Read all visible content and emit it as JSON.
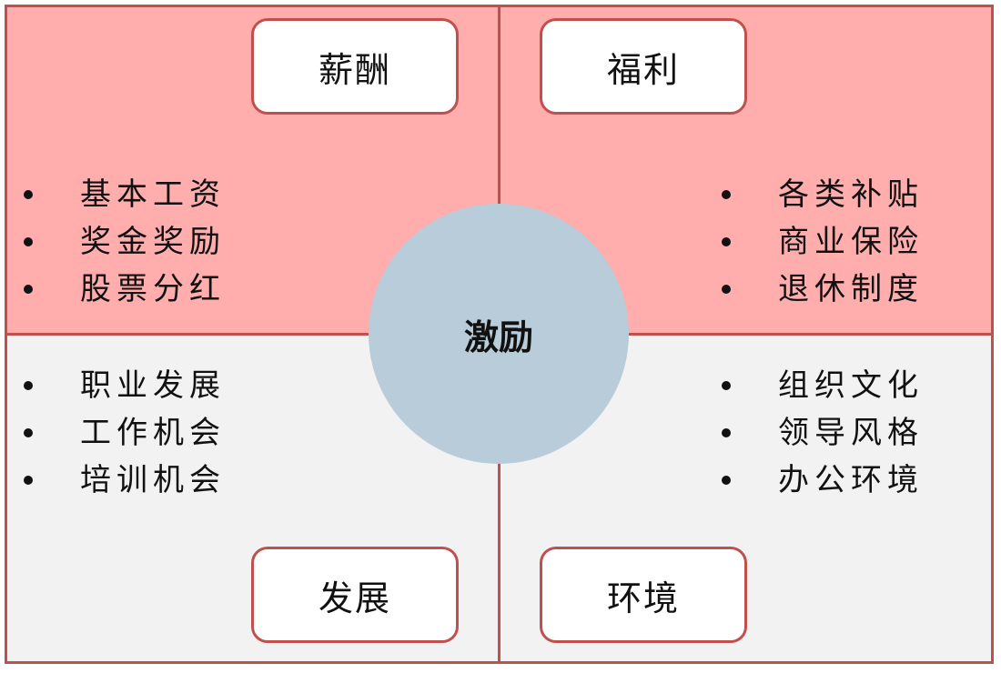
{
  "center": {
    "label": "激励"
  },
  "quadrants": {
    "top_left": {
      "title": "薪酬",
      "items": [
        "基本工资",
        "奖金奖励",
        "股票分红"
      ]
    },
    "top_right": {
      "title": "福利",
      "items": [
        "各类补贴",
        "商业保险",
        "退休制度"
      ]
    },
    "bottom_left": {
      "title": "发展",
      "items": [
        "职业发展",
        "工作机会",
        "培训机会"
      ]
    },
    "bottom_right": {
      "title": "环境",
      "items": [
        "组织文化",
        "领导风格",
        "办公环境"
      ]
    }
  },
  "colors": {
    "top_fill": "#ffadad",
    "bottom_fill": "#f2f2f2",
    "border": "#c0504d",
    "center_fill": "#b8ccd9"
  }
}
